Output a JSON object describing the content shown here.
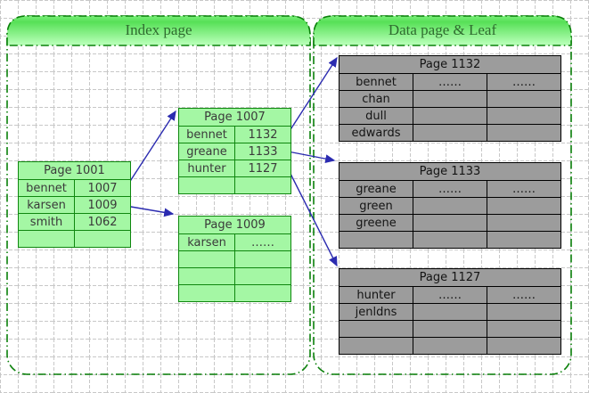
{
  "banners": {
    "left": "Index page",
    "right": "Data page & Leaf"
  },
  "pages": {
    "p1001": {
      "title": "Page 1001",
      "rows": [
        [
          "bennet",
          "1007"
        ],
        [
          "karsen",
          "1009"
        ],
        [
          "smith",
          "1062"
        ],
        [
          "",
          ""
        ]
      ]
    },
    "p1007": {
      "title": "Page 1007",
      "rows": [
        [
          "bennet",
          "1132"
        ],
        [
          "greane",
          "1133"
        ],
        [
          "hunter",
          "1127"
        ],
        [
          "",
          ""
        ]
      ]
    },
    "p1009": {
      "title": "Page 1009",
      "rows": [
        [
          "karsen",
          "……"
        ],
        [
          "",
          ""
        ],
        [
          "",
          ""
        ],
        [
          "",
          ""
        ]
      ]
    },
    "p1132": {
      "title": "Page 1132",
      "rows": [
        [
          "bennet",
          "……",
          "……"
        ],
        [
          "chan",
          "",
          ""
        ],
        [
          "dull",
          "",
          ""
        ],
        [
          "edwards",
          "",
          ""
        ]
      ]
    },
    "p1133": {
      "title": "Page 1133",
      "rows": [
        [
          "greane",
          "……",
          "……"
        ],
        [
          "green",
          "",
          ""
        ],
        [
          "greene",
          "",
          ""
        ],
        [
          "",
          "",
          ""
        ]
      ]
    },
    "p1127": {
      "title": "Page 1127",
      "rows": [
        [
          "hunter",
          "……",
          "……"
        ],
        [
          "jenldns",
          "",
          ""
        ],
        [
          "",
          "",
          ""
        ],
        [
          "",
          "",
          ""
        ]
      ]
    }
  },
  "links": [
    {
      "from": "Page 1001 / bennet 1007",
      "to": "Page 1007"
    },
    {
      "from": "Page 1001 / karsen 1009",
      "to": "Page 1009"
    },
    {
      "from": "Page 1007 / bennet 1132",
      "to": "Page 1132"
    },
    {
      "from": "Page 1007 / greane 1133",
      "to": "Page 1133"
    },
    {
      "from": "Page 1007 / hunter 1127",
      "to": "Page 1127"
    }
  ],
  "colors": {
    "banner_green_top": "#5ee25e",
    "banner_green_bottom": "#b6ffb6",
    "container_border": "#0a800a",
    "index_table_fill": "#a4f7a4",
    "index_table_border": "#0f870f",
    "data_table_fill": "#9c9c9c",
    "arrow": "#2b2bb0",
    "grid": "#c8c8c8"
  }
}
